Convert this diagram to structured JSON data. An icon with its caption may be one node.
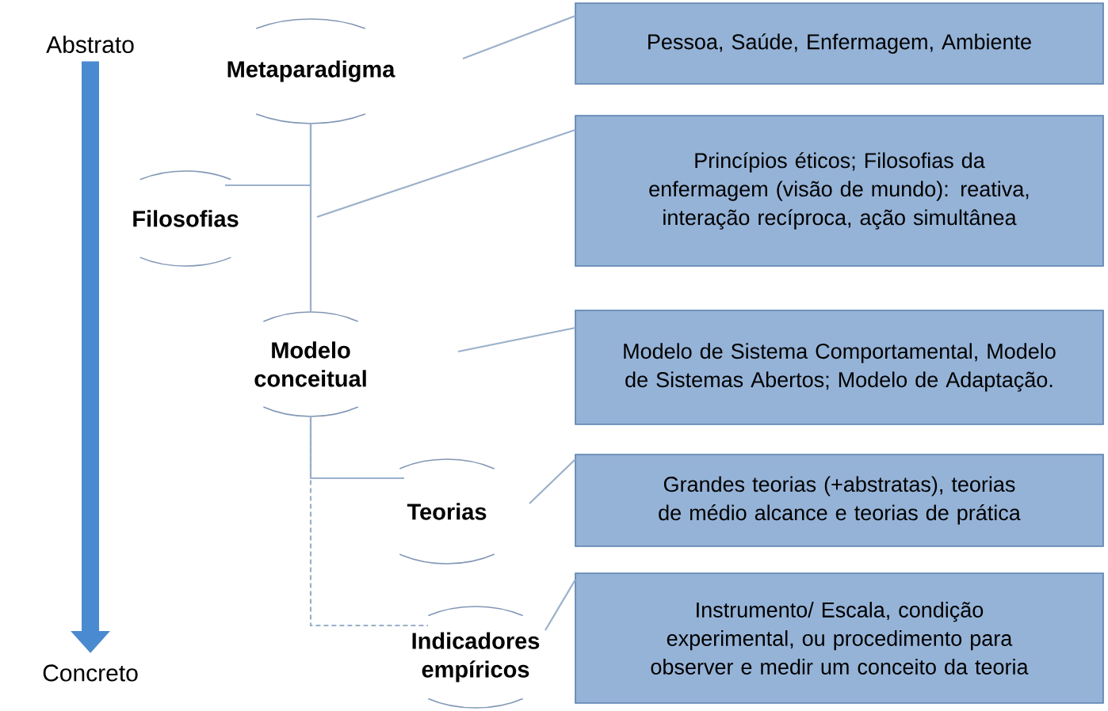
{
  "diagram": {
    "nodes": [
      {
        "text": [
          "Abstrato"
        ]
      },
      {
        "text": [
          "Concreto"
        ]
      },
      {
        "text": [
          "Metaparadigma"
        ]
      },
      {
        "text": [
          "Filosofias"
        ]
      },
      {
        "text": [
          "Modelo conceitual"
        ]
      },
      {
        "text": [
          "Teorias"
        ]
      },
      {
        "text": [
          "Indicadores empíricos"
        ]
      },
      {
        "text": [
          "Pessoa, Saúde, Enfermagem, Ambiente"
        ]
      },
      {
        "text": [
          "Princípios éticos; Filosofias da enfermagem (visão de mundo): reativa, interação recíproca, ação simultânea"
        ]
      },
      {
        "text": [
          "Modelo de Sistema Comportamental, Modelo de Sistemas Abertos; Modelo de Adaptação."
        ]
      },
      {
        "text": [
          "Grandes teorias (+abstratas), teorias de médio alcance e teorias de prática"
        ]
      },
      {
        "text": [
          "Instrumento/ Escala, condição experimental, ou procedimento para observer e medir um conceito da teoria"
        ]
      }
    ],
    "edges": [
      {
        "from": 0,
        "to": 1,
        "arrow": "to",
        "style": "thick",
        "color": "#4a8ad0"
      },
      {
        "from": 2,
        "to": 3,
        "arrow": "none"
      },
      {
        "from": 2,
        "to": 4,
        "arrow": "none"
      },
      {
        "from": 4,
        "to": 5,
        "arrow": "none"
      },
      {
        "from": 4,
        "to": 6,
        "arrow": "none",
        "style": "dashed"
      },
      {
        "from": 2,
        "to": 7,
        "arrow": "none"
      },
      {
        "from": 3,
        "to": 8,
        "arrow": "none"
      },
      {
        "from": 4,
        "to": 9,
        "arrow": "none"
      },
      {
        "from": 5,
        "to": 10,
        "arrow": "none"
      },
      {
        "from": 6,
        "to": 11,
        "arrow": "none"
      }
    ]
  }
}
